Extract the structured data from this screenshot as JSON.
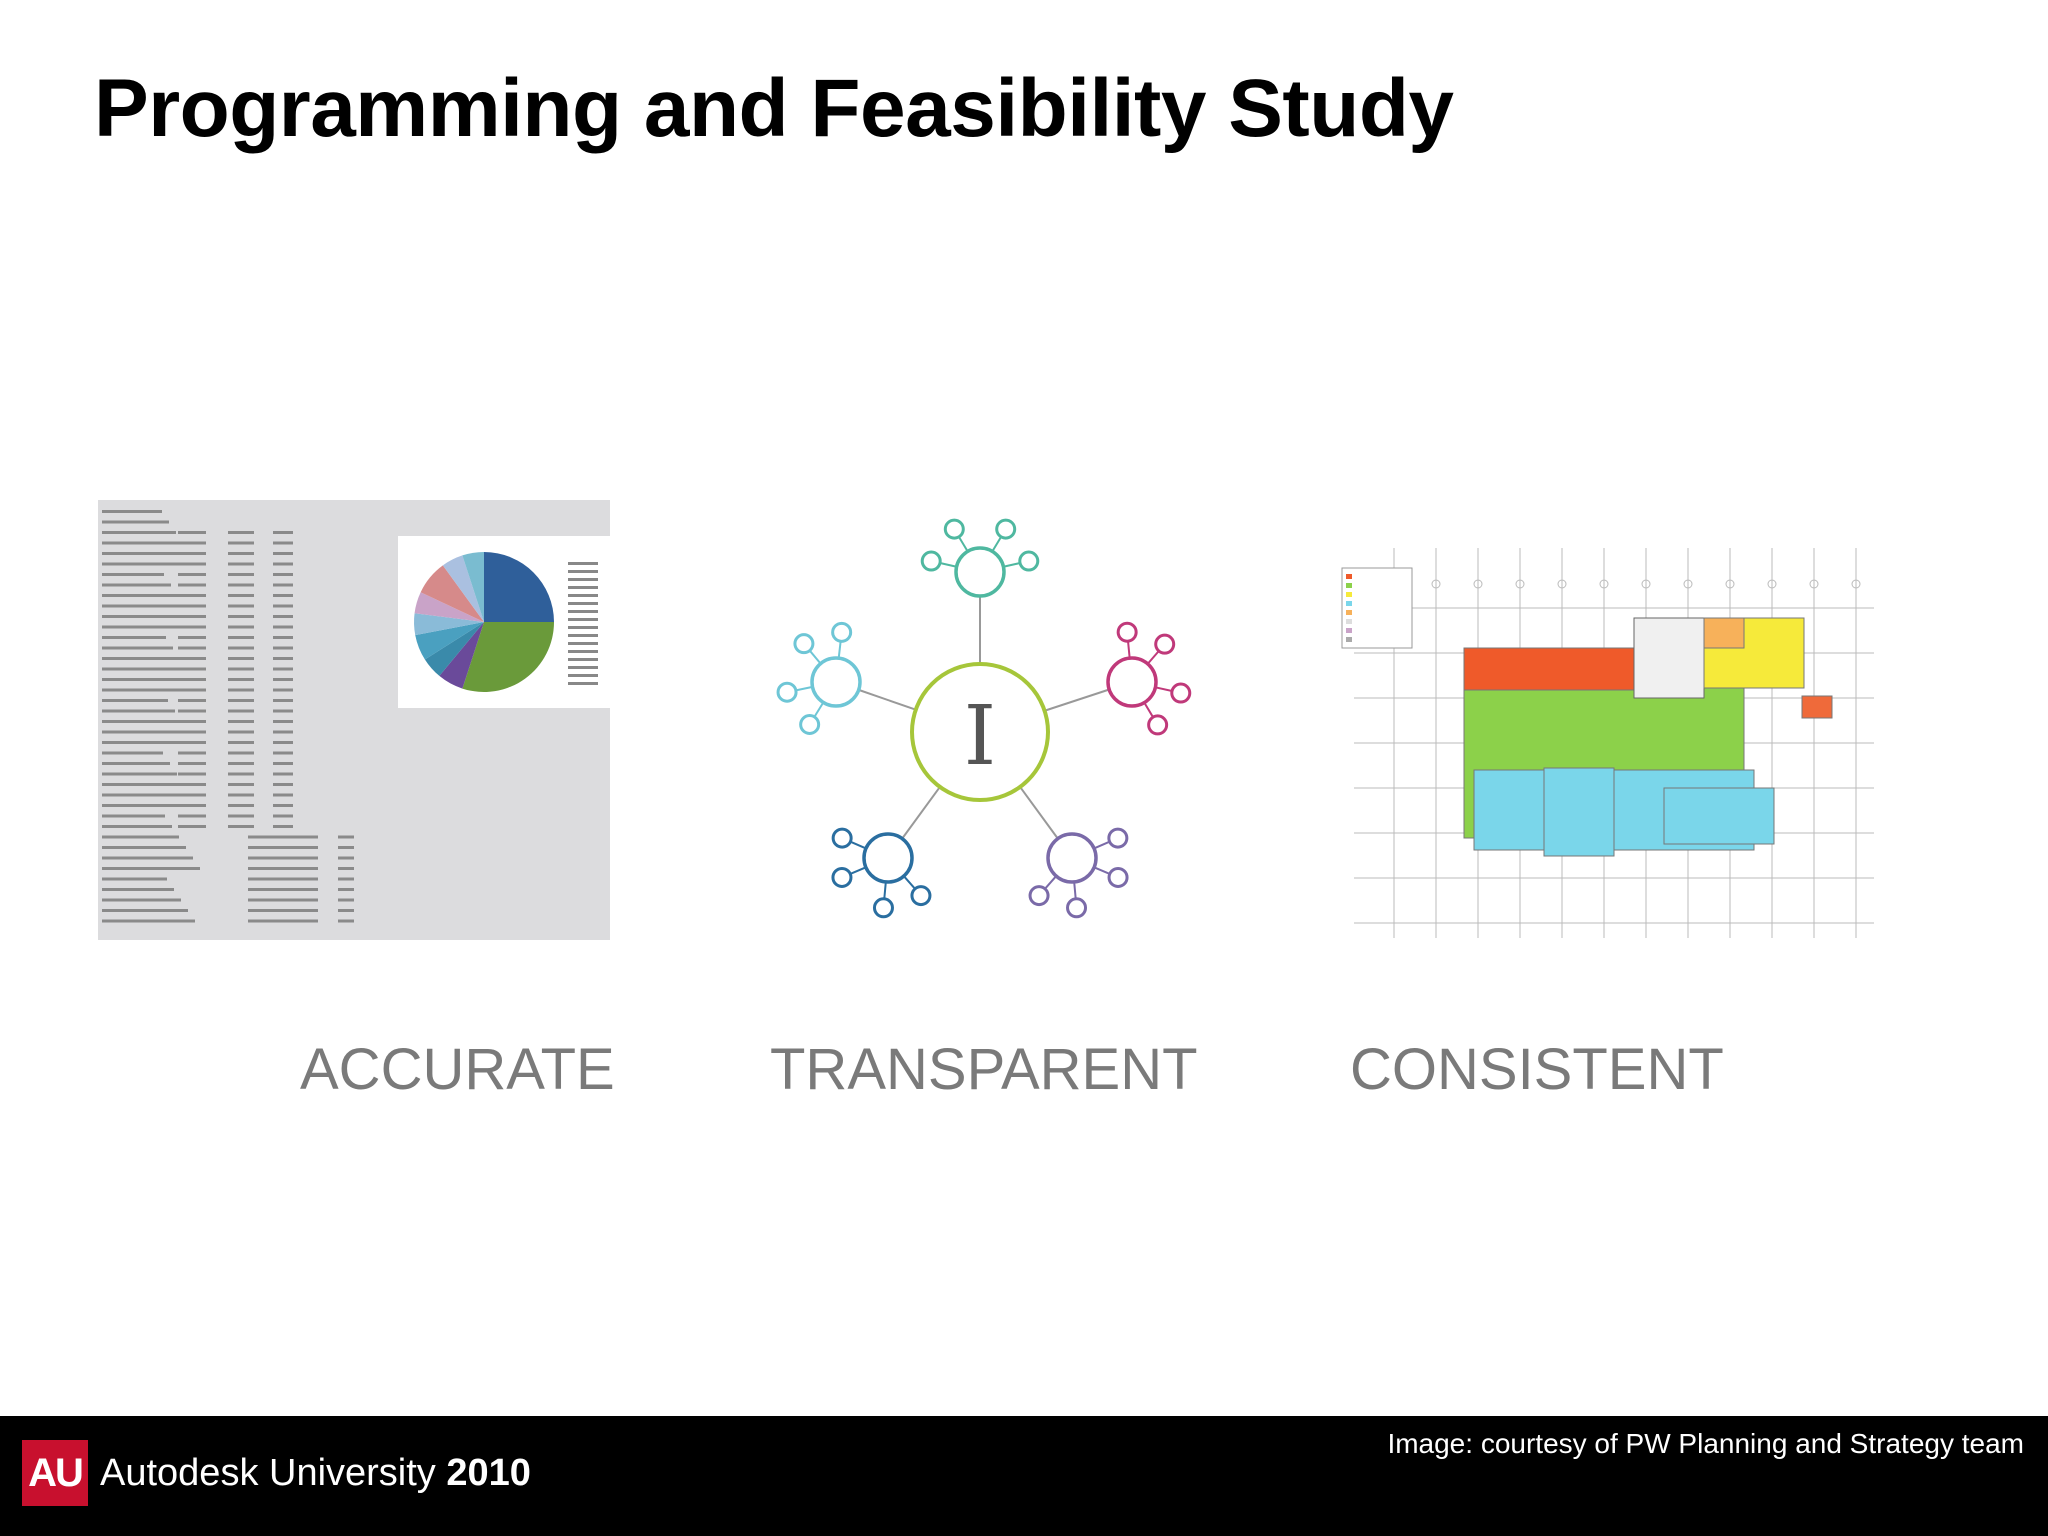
{
  "slide": {
    "title": "Programming and Feasibility Study",
    "labels": [
      "ACCURATE",
      "TRANSPARENT",
      "CONSISTENT"
    ],
    "hub_letter": "I"
  },
  "footer": {
    "logo": "AU",
    "brand_name": "Autodesk University",
    "brand_year": "2010",
    "credit": "Image: courtesy of PW Planning and Strategy team"
  },
  "colors": {
    "au_red": "#c8102e",
    "hub_green": "#a6c63a",
    "node_teal": "#4fb8a0",
    "node_cyan": "#6ec6d6",
    "node_magenta": "#c0397a",
    "node_navy": "#2a6ea0",
    "node_purple": "#7a6aa8"
  }
}
